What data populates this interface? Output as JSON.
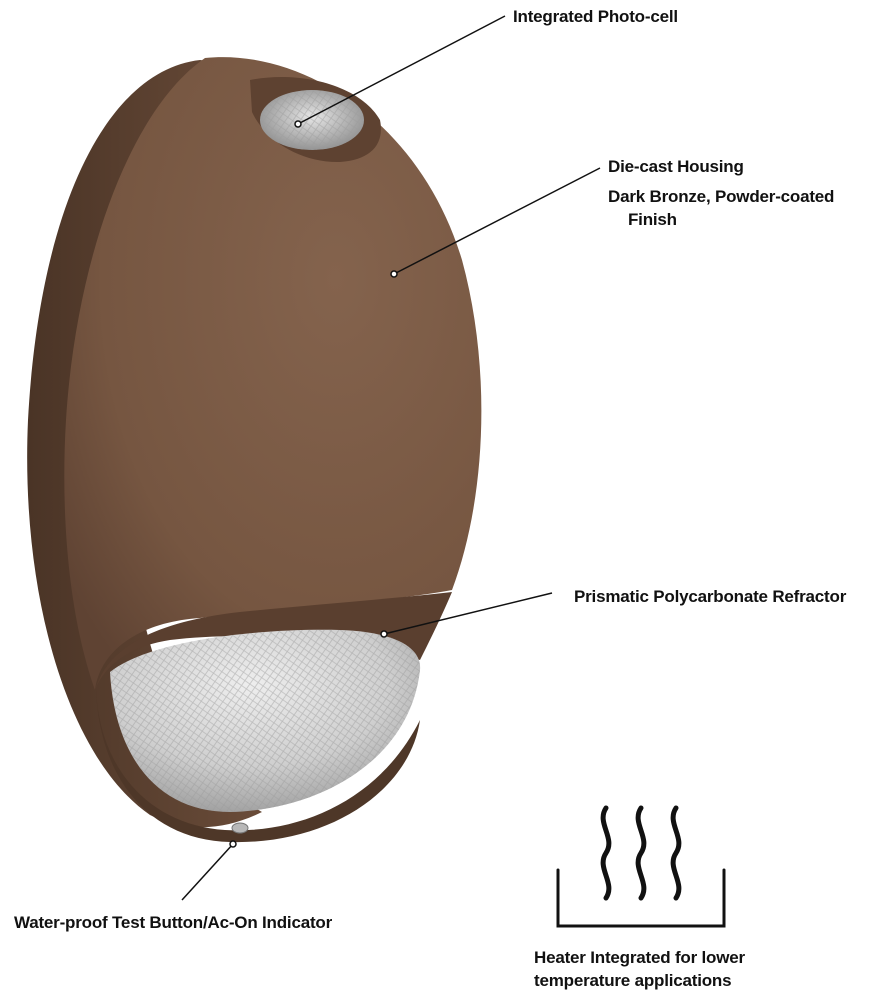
{
  "callouts": {
    "photocell": "Integrated Photo-cell",
    "housing_title": "Die-cast Housing",
    "housing_line1": "Dark Bronze, Powder-coated",
    "housing_line2": "Finish",
    "refractor": "Prismatic Polycarbonate Refractor",
    "test_button": "Water-proof Test Button/Ac-On Indicator",
    "heater_line1": "Heater Integrated for lower",
    "heater_line2": "temperature applications"
  },
  "icons": {
    "heater": "heat-waves-in-tray-icon",
    "fixture": "emergency-light-fixture"
  },
  "colors": {
    "housing": "#7a5a45",
    "housing_shadow": "#4a3426",
    "lens": "#d6d6d6",
    "text": "#111111",
    "leader_line": "#111111"
  }
}
